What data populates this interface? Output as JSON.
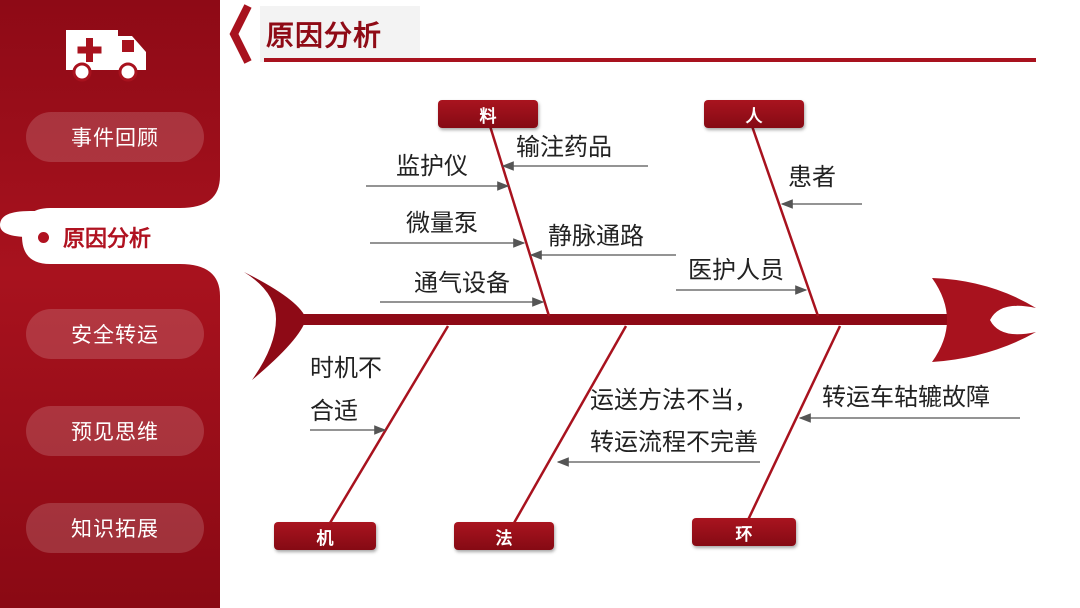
{
  "sidebar": {
    "items": [
      {
        "label": "事件回顾"
      },
      {
        "label": "原因分析"
      },
      {
        "label": "安全转运"
      },
      {
        "label": "预见思维"
      },
      {
        "label": "知识拓展"
      }
    ],
    "active": "原因分析",
    "logo_icon": "ambulance-icon"
  },
  "header": {
    "title": "原因分析"
  },
  "diagram": {
    "categories": {
      "material": "料",
      "people": "人",
      "machine": "机",
      "method": "法",
      "environment": "环"
    },
    "causes": {
      "material": [
        "输注药品",
        "监护仪",
        "微量泵",
        "静脉通路",
        "通气设备"
      ],
      "people": [
        "患者",
        "医护人员"
      ],
      "machine": [
        "时机不",
        "合适"
      ],
      "method": [
        "运送方法不当，",
        "转运流程不完善"
      ],
      "environment": [
        "转运车轱辘故障"
      ]
    }
  },
  "colors": {
    "accent": "#a8121e",
    "dark_red": "#8e0a16"
  }
}
